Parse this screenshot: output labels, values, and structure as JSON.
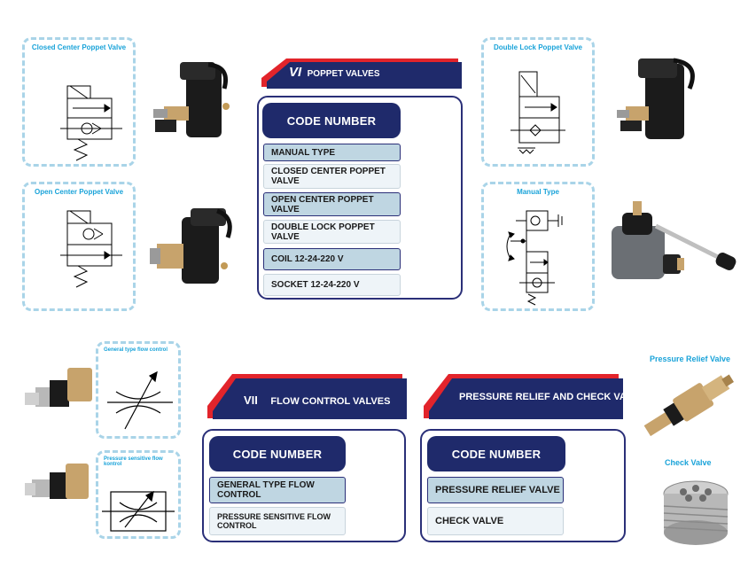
{
  "symbols": {
    "closed_center": "Closed Center Poppet Valve",
    "open_center": "Open Center Poppet Valve",
    "double_lock": "Double Lock Poppet Valve",
    "manual": "Manual Type",
    "general_flow": "General  type flow control",
    "pressure_flow": "Pressure sensitive flow kontrol"
  },
  "captions": {
    "pressure_relief": "Pressure Relief Valve",
    "check_valve": "Check Valve"
  },
  "sections": {
    "poppet": {
      "roman": "VI",
      "title": "POPPET VALVES",
      "code_header": "CODE NUMBER",
      "rows": [
        "MANUAL TYPE",
        "CLOSED CENTER POPPET VALVE",
        "OPEN CENTER POPPET VALVE",
        "DOUBLE LOCK POPPET VALVE",
        "COIL 12-24-220 V",
        "SOCKET 12-24-220 V"
      ]
    },
    "flow": {
      "roman": "VII",
      "title": "FLOW CONTROL VALVES",
      "code_header": "CODE NUMBER",
      "rows": [
        "GENERAL TYPE FLOW CONTROL",
        "PRESSURE SENSITIVE FLOW CONTROL"
      ]
    },
    "relief": {
      "title": "PRESSURE RELIEF AND CHECK VALVE",
      "code_header": "CODE NUMBER",
      "rows": [
        "PRESSURE RELIEF VALVE",
        "CHECK VALVE"
      ]
    }
  },
  "colors": {
    "navy": "#1f2a6b",
    "red": "#e2242b",
    "cyan": "#1aa3d9",
    "row_shade": "#bfd6e2"
  }
}
